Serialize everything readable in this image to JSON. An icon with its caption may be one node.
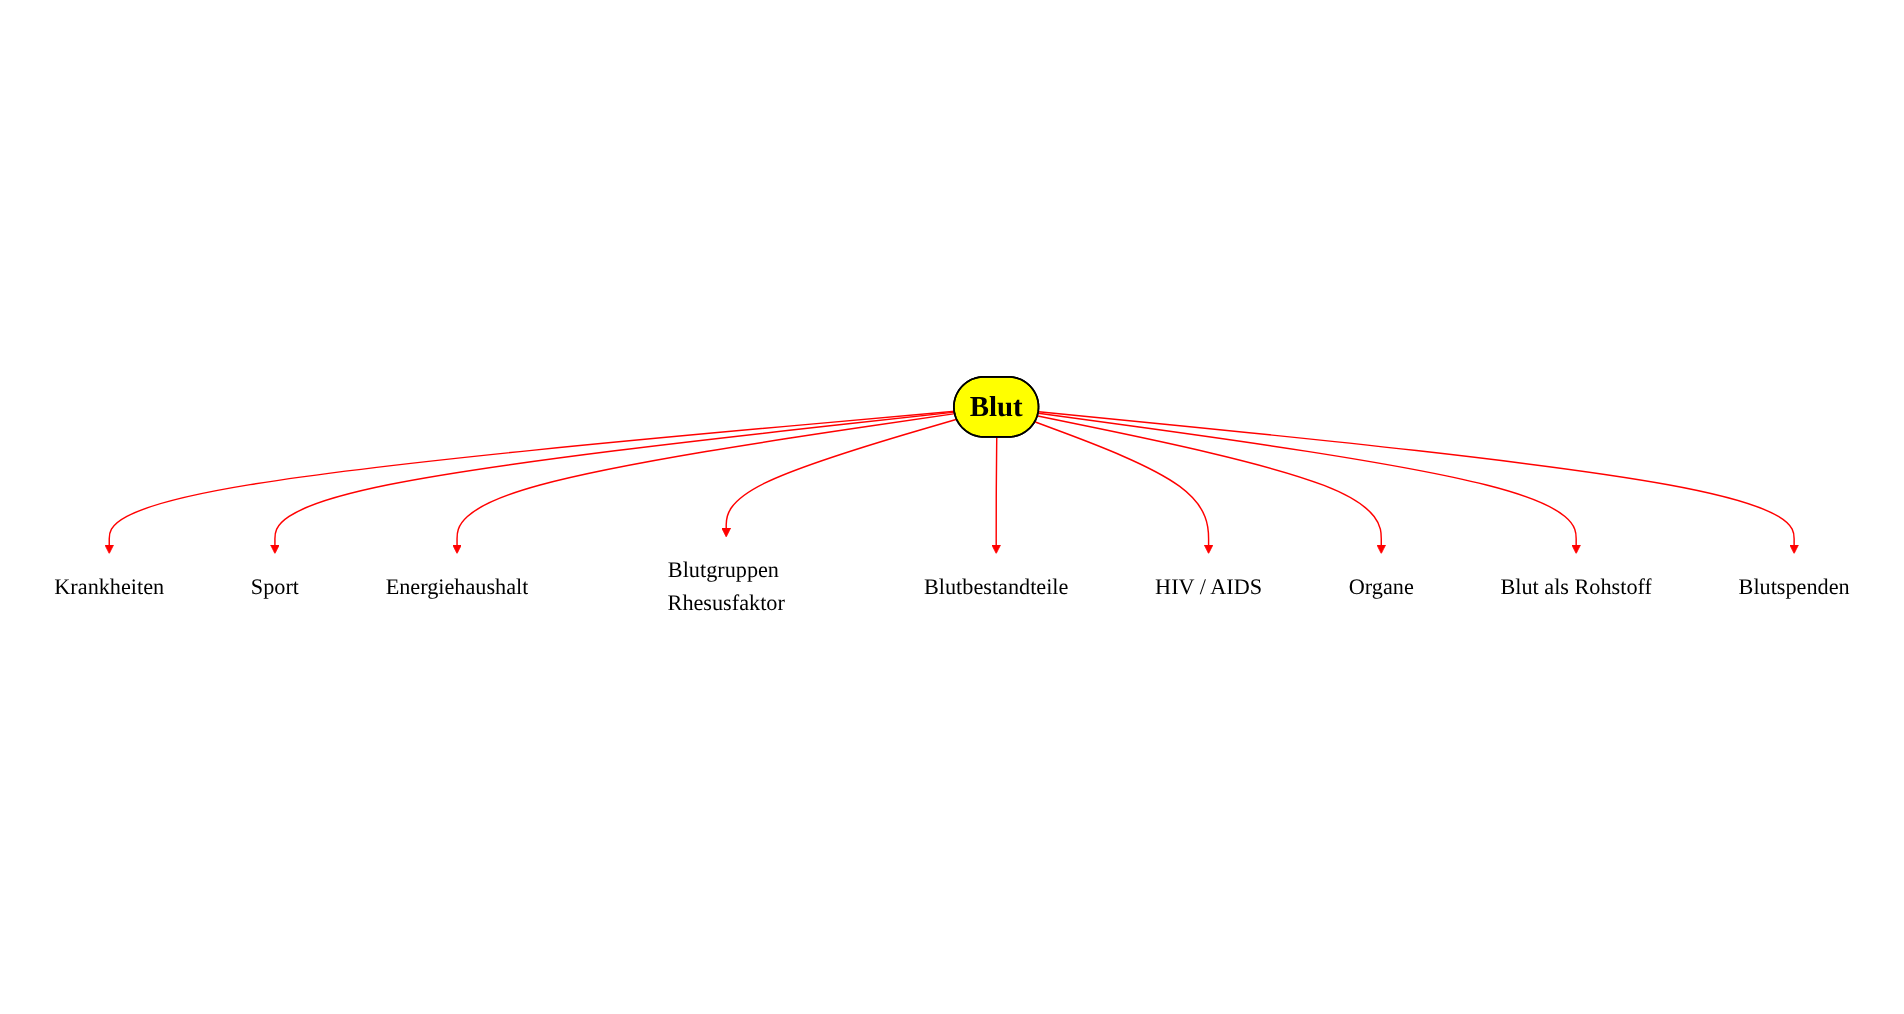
{
  "diagram": {
    "nodes": [
      {
        "text": [
          "Blut"
        ]
      },
      {
        "text": [
          "Energiehaushalt"
        ]
      },
      {
        "text": [
          "Sport"
        ]
      },
      {
        "text": [
          "Blutgruppen Rhesusfaktor"
        ]
      },
      {
        "text": [
          "Krankheiten"
        ]
      },
      {
        "text": [
          "Blutbestandteile"
        ]
      },
      {
        "text": [
          "HIV / AIDS"
        ]
      },
      {
        "text": [
          "Blutspenden"
        ]
      },
      {
        "text": [
          "Organe"
        ]
      },
      {
        "text": [
          "Blut als Rohstoff"
        ]
      }
    ],
    "edges": [
      {
        "from": 0,
        "to": 4,
        "arrow": "to"
      },
      {
        "from": 0,
        "to": 2,
        "arrow": "to"
      },
      {
        "from": 0,
        "to": 1,
        "arrow": "to"
      },
      {
        "from": 0,
        "to": 3,
        "arrow": "to"
      },
      {
        "from": 0,
        "to": 5,
        "arrow": "to"
      },
      {
        "from": 0,
        "to": 6,
        "arrow": "to"
      },
      {
        "from": 0,
        "to": 8,
        "arrow": "to"
      },
      {
        "from": 0,
        "to": 9,
        "arrow": "to"
      },
      {
        "from": 0,
        "to": 7,
        "arrow": "to"
      }
    ]
  }
}
